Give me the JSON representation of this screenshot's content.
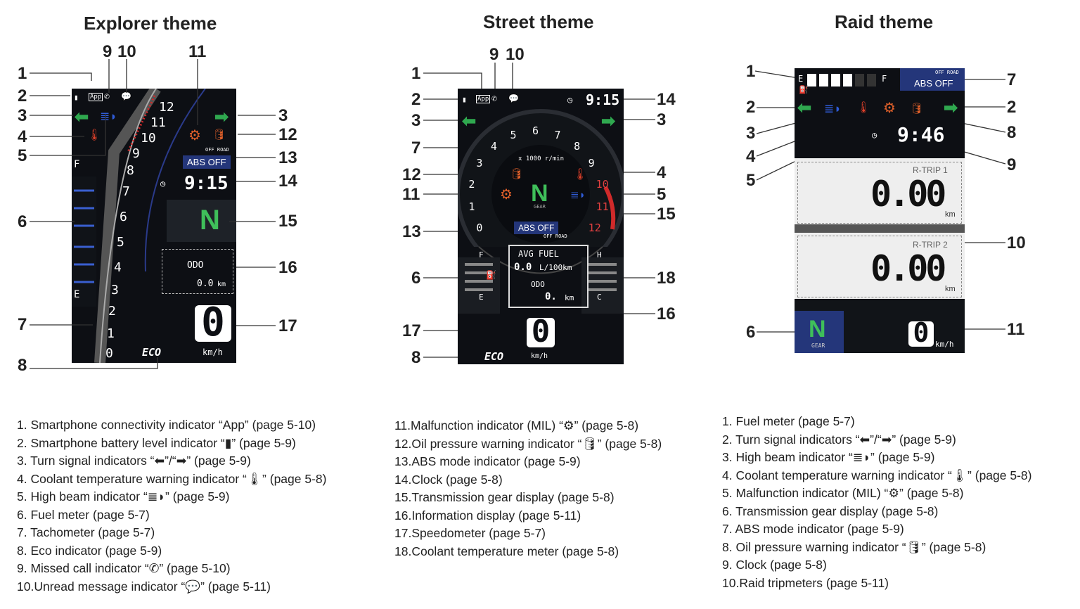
{
  "titles": {
    "explorer": "Explorer theme",
    "street": "Street theme",
    "raid": "Raid theme"
  },
  "explorer": {
    "callouts": {
      "n1": "1",
      "n2": "2",
      "n3": "3",
      "n4": "4",
      "n5": "5",
      "n6": "6",
      "n7": "7",
      "n8": "8",
      "n9": "9",
      "n10": "10",
      "n11": "11",
      "n3r": "3",
      "n12": "12",
      "n13": "13",
      "n14": "14",
      "n15": "15",
      "n16": "16",
      "n17": "17"
    },
    "app_icon": "App",
    "fuel_f": "F",
    "fuel_e": "E",
    "tach_ticks": [
      "12",
      "11",
      "10",
      "9",
      "8",
      "7",
      "6",
      "5",
      "4",
      "3",
      "2",
      "1",
      "0"
    ],
    "off_road": "OFF ROAD",
    "abs": "ABS OFF",
    "clock": "9:15",
    "gear": "N",
    "odo_label": "ODO",
    "odo_value": "0.0",
    "odo_unit": "km",
    "speed": "0",
    "speed_unit": "km/h",
    "eco": "ECO"
  },
  "street": {
    "callouts": {
      "n1": "1",
      "n2": "2",
      "n3": "3",
      "n7": "7",
      "n12": "12",
      "n11": "11",
      "n13": "13",
      "n6": "6",
      "n17": "17",
      "n8": "8",
      "n9": "9",
      "n10": "10",
      "n14": "14",
      "n3r": "3",
      "n4": "4",
      "n5": "5",
      "n15": "15",
      "n18": "18",
      "n16": "16"
    },
    "app_icon": "App",
    "clock": "9:15",
    "rpm_label": "x 1000 r/min",
    "dial": [
      "0",
      "1",
      "2",
      "3",
      "4",
      "5",
      "6",
      "7",
      "8",
      "9",
      "10",
      "11",
      "12"
    ],
    "gear": "N",
    "gear_label": "GEAR",
    "abs": "ABS OFF",
    "off_road": "OFF ROAD",
    "fuel_f": "F",
    "fuel_e": "E",
    "temp_h": "H",
    "temp_c": "C",
    "avg_fuel_label": "AVG FUEL",
    "avg_fuel_value": "0.0",
    "avg_fuel_unit": "L/100km",
    "odo_label": "ODO",
    "odo_value": "0.",
    "odo_unit": "km",
    "speed": "0",
    "speed_unit": "km/h",
    "eco": "ECO"
  },
  "raid": {
    "callouts": {
      "n1": "1",
      "n2": "2",
      "n3": "3",
      "n4": "4",
      "n5": "5",
      "n6": "6",
      "n7": "7",
      "n2r": "2",
      "n8": "8",
      "n9": "9",
      "n10": "10",
      "n11": "11"
    },
    "fuel_e": "E",
    "fuel_f": "F",
    "off_road": "OFF ROAD",
    "abs": "ABS OFF",
    "clock": "9:46",
    "trip1_label": "R-TRIP 1",
    "trip1_value": "0.00",
    "trip1_unit": "km",
    "trip2_label": "R-TRIP 2",
    "trip2_value": "0.00",
    "trip2_unit": "km",
    "gear": "N",
    "gear_label": "GEAR",
    "speed": "0",
    "speed_unit": "km/h"
  },
  "legend_col1": [
    "1. Smartphone connectivity indicator “App” (page 5-10)",
    "2. Smartphone battery level indicator “▮” (page 5-9)",
    "3. Turn signal indicators “⬅”/“➡” (page 5-9)",
    "4. Coolant temperature warning indicator “🌡” (page 5-8)",
    "5. High beam indicator “≣◗” (page 5-9)",
    "6. Fuel meter (page 5-7)",
    "7. Tachometer (page 5-7)",
    "8. Eco indicator (page 5-9)",
    "9. Missed call indicator “✆” (page 5-10)",
    "10.Unread message indicator “💬” (page 5-11)"
  ],
  "legend_col2": [
    "11.Malfunction indicator (MIL) “⚙” (page 5-8)",
    "12.Oil pressure warning indicator “🛢” (page 5-8)",
    "13.ABS mode indicator (page 5-9)",
    "14.Clock (page 5-8)",
    "15.Transmission gear display (page 5-8)",
    "16.Information display (page 5-11)",
    "17.Speedometer (page 5-7)",
    "18.Coolant temperature meter (page 5-8)"
  ],
  "legend_col3": [
    "1. Fuel meter (page 5-7)",
    "2. Turn signal indicators “⬅”/“➡” (page 5-9)",
    "3. High beam indicator “≣◗” (page 5-9)",
    "4. Coolant temperature warning indicator “🌡” (page 5-8)",
    "5. Malfunction indicator (MIL) “⚙” (page 5-8)",
    "6. Transmission gear display (page 5-8)",
    "7. ABS mode indicator (page 5-9)",
    "8. Oil pressure warning indicator “🛢” (page 5-8)",
    "9. Clock (page 5-8)",
    "10.Raid tripmeters (page 5-11)"
  ],
  "colors": {
    "screen": "#0d0f14",
    "turn": "#2fa84f",
    "beam": "#2f5bd6",
    "warn": "#e0602a",
    "gear": "#3fbf5a",
    "abs": "#24367a"
  }
}
